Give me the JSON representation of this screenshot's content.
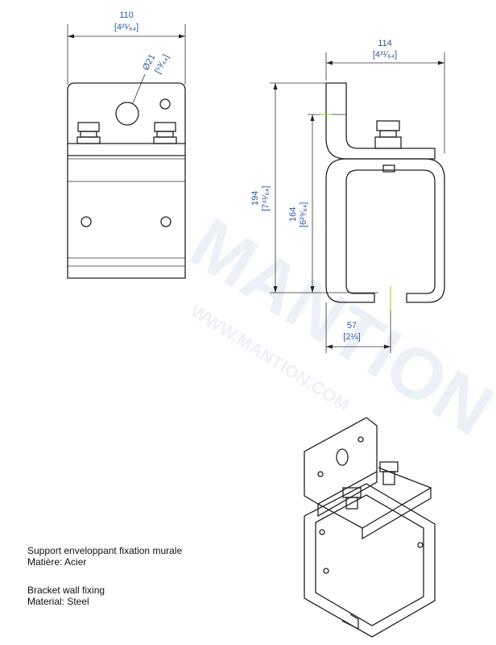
{
  "watermark": {
    "brand": "MANTION",
    "url": "WWW.MANTION.COM"
  },
  "front_view": {
    "width_dim": {
      "mm": "110",
      "inch": "[4²¹⁄₆₄]"
    },
    "hole_dim": {
      "mm": "Ø21",
      "inch": "[⁵³⁄₆₄]"
    }
  },
  "side_view": {
    "width_dim": {
      "mm": "114",
      "inch": "[4³¹⁄₆₄]"
    },
    "height_total_dim": {
      "mm": "194",
      "inch": "[7⁴¹⁄₆₄]"
    },
    "height_inner_dim": {
      "mm": "164",
      "inch": "[6²⁹⁄₆₄]"
    },
    "offset_dim": {
      "mm": "57",
      "inch": "[2¼]"
    }
  },
  "caption": {
    "fr_title": "Support enveloppant fixation murale",
    "fr_material": "Matière: Acier",
    "en_title": "Bracket wall fixing",
    "en_material": "Material: Steel"
  },
  "colors": {
    "dimension": "#2a5a9a",
    "centerline": "#9fdc3a"
  }
}
